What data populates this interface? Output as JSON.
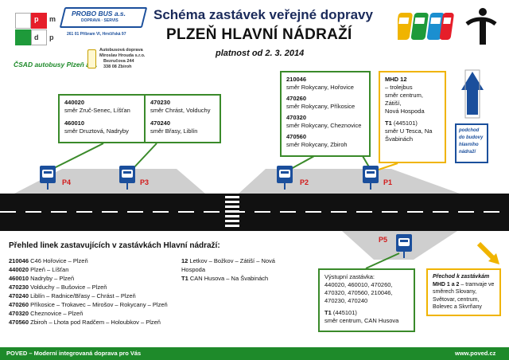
{
  "logos": {
    "pmdp": {
      "letters": [
        "p",
        "m",
        "d",
        "p"
      ]
    },
    "probo": {
      "name": "PROBO BUS a.s.",
      "sub": "DOPRAVA · SERVIS",
      "addr": "261 01 Příbram VI, Hrnčířská 97"
    },
    "csad": {
      "name": "ČSAD autobusy Plzeň a.s."
    },
    "hrouda": {
      "line1": "Autobusová doprava",
      "line2": "Miroslav Hrouda s.r.o.",
      "line3": "Bezručova 244",
      "line4": "338 08 Zbiroh"
    }
  },
  "header": {
    "title_line1": "Schéma zastávek veřejné dopravy",
    "title_line2": "PLZEŇ HLAVNÍ NÁDRAŽÍ",
    "validity": "platnost od 2. 3. 2014"
  },
  "callouts": {
    "p4": {
      "l1": "440020",
      "l1d": "směr Zruč-Senec, Líšťan",
      "l2": "460010",
      "l2d": "směr Druztová, Nadryby"
    },
    "p3": {
      "l1": "470230",
      "l1d": "směr Chrást, Volduchy",
      "l2": "470240",
      "l2d": "směr Břasy,  Liblín"
    },
    "p2": {
      "l1": "210046",
      "l1d": "směr Rokycany, Hořovice",
      "l2": "470260",
      "l2d": "směr Rokycany, Příkosice",
      "l3": "470320",
      "l3d": "směr Rokycany, Cheznovice",
      "l4": "470560",
      "l4d": "směr Rokycany, Zbiroh"
    },
    "p1": {
      "l1": "MHD 12",
      "l1a": "– trolejbus",
      "l1b": "směr centrum, Zátiší,",
      "l1c": "Nová Hospoda",
      "l2": "T1",
      "l2a": "(445101)",
      "l2b": "směr U Tesca, Na",
      "l2c": "Švabinách"
    },
    "p5": {
      "title": "Výstupní zastávka:",
      "lines": "440020, 460010, 470260, 470320, 470560, 210046, 470230, 470240",
      "t1": "T1",
      "t1a": "(445101)",
      "t1b": "směr centrum, CAN Husova"
    },
    "underpass": {
      "l1": "podchod",
      "l2": "do budovy",
      "l3": "hlavního",
      "l4": "nádraží"
    },
    "transfer": {
      "title": "Přechod k zastávkám",
      "l1": "MHD 1 a 2",
      "l1a": " – tramvaje ve",
      "l2": "směrech Slovany,",
      "l3": "Světovar, centrum,",
      "l4": "Bolevec a Skvrňany"
    }
  },
  "stops": {
    "p4": "P4",
    "p3": "P3",
    "p2": "P2",
    "p1": "P1",
    "p5": "P5"
  },
  "list": {
    "heading": "Přehled linek zastavujících v zastávkách Hlavní nádraží:",
    "col1": [
      {
        "code": "210046",
        "route": " C46 Hořovice – Plzeň"
      },
      {
        "code": "440020",
        "route": " Plzeň – Líšťan"
      },
      {
        "code": "460010",
        "route": " Nadryby – Plzeň"
      },
      {
        "code": "470230",
        "route": " Volduchy – Bušovice – Plzeň"
      },
      {
        "code": "470240",
        "route": " Liblín – Radnice/Břasy – Chrást – Plzeň"
      },
      {
        "code": "470260",
        "route": " Příkosice – Trokavec – Mirošov – Rokycany – Plzeň"
      },
      {
        "code": "470320",
        "route": " Cheznovice – Plzeň"
      },
      {
        "code": "470560",
        "route": " Zbiroh – Lhota pod Radčem – Holoubkov – Plzeň"
      }
    ],
    "col2": [
      {
        "code": "12",
        "route": " Letkov – Božkov – Zátiší – Nová"
      },
      {
        "code": "",
        "route": "Hospoda"
      },
      {
        "code": "T1",
        "route": " CAN Husova – Na Švabinách"
      }
    ]
  },
  "footer": {
    "left": "POVED  – Moderní integrovaná doprava pro Vás",
    "right": "www.poved.cz"
  },
  "colors": {
    "green": "#3a8a2a",
    "yellow": "#f0b400",
    "blue": "#1b4f9c",
    "red": "#d21a1a",
    "road": "#111111",
    "footer": "#1e8a2a"
  }
}
